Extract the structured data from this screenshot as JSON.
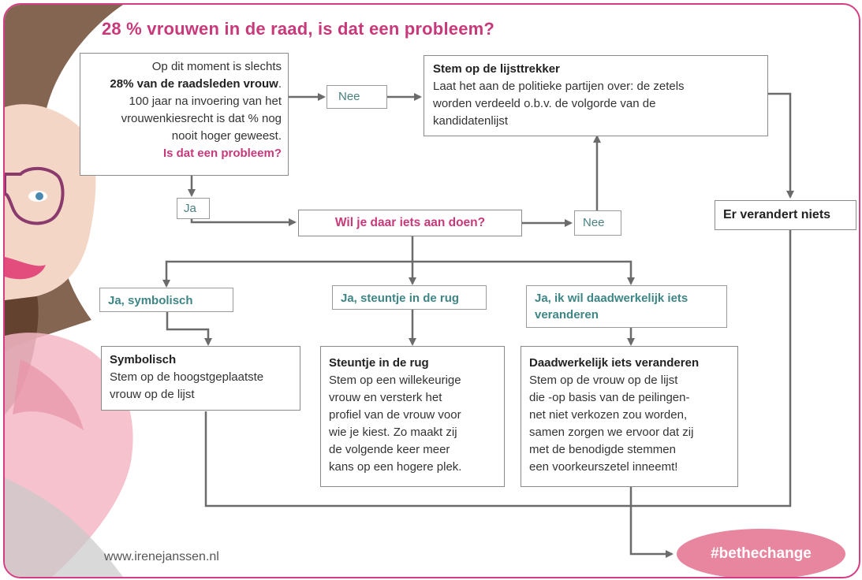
{
  "title": "28 % vrouwen in de raad, is dat een probleem?",
  "start_box": {
    "line1": "Op dit moment is slechts",
    "line2_bold": "28% van de raadsleden vrouw",
    "line2_tail": ".",
    "line3": "100 jaar na invoering van het",
    "line4": "vrouwenkiesrecht is dat % nog",
    "line5": "nooit hoger geweest.",
    "question": "Is dat een probleem?"
  },
  "no_label_top": "Nee",
  "ja_label": "Ja",
  "list_leader_box": {
    "heading": "Stem op de lijsttrekker",
    "line1": "Laat het aan de politieke partijen over: de zetels",
    "line2": "worden verdeeld o.b.v. de volgorde van de",
    "line3": "kandidatenlijst"
  },
  "action_question": "Wil je daar iets aan doen?",
  "no_label_middle": "Nee",
  "outcome_box": "Er verandert niets",
  "choices": {
    "symbolic": "Ja, symbolisch",
    "support": "Ja, steuntje in de rug",
    "change_line1": "Ja, ik wil daadwerkelijk iets",
    "change_line2": "veranderen"
  },
  "result_symbolic": {
    "heading": "Symbolisch",
    "line1": "Stem op de hoogstgeplaatste",
    "line2": "vrouw op de lijst"
  },
  "result_support": {
    "heading": "Steuntje in de rug",
    "line1": "Stem op een willekeurige",
    "line2": "vrouw en versterk het",
    "line3": "profiel van de vrouw voor",
    "line4": "wie je kiest. Zo maakt zij",
    "line5": "de volgende keer meer",
    "line6": "kans op een hogere plek."
  },
  "result_change": {
    "heading": "Daadwerkelijk iets veranderen",
    "line1": "Stem op de vrouw op de lijst",
    "line2": "die -op basis van de peilingen-",
    "line3": "net niet verkozen zou worden,",
    "line4": "samen zorgen we ervoor dat zij",
    "line5": "met de benodigde stemmen",
    "line6": "een voorkeurszetel inneemt!"
  },
  "website": "www.irenejanssen.nl",
  "hashtag": "#bethechange",
  "colors": {
    "accent_pink": "#c8397a",
    "teal_text": "#3e8585",
    "arrow_gray": "#6b6b6b",
    "hashtag_fill": "#e8859f",
    "frame_border": "#d63c84"
  }
}
